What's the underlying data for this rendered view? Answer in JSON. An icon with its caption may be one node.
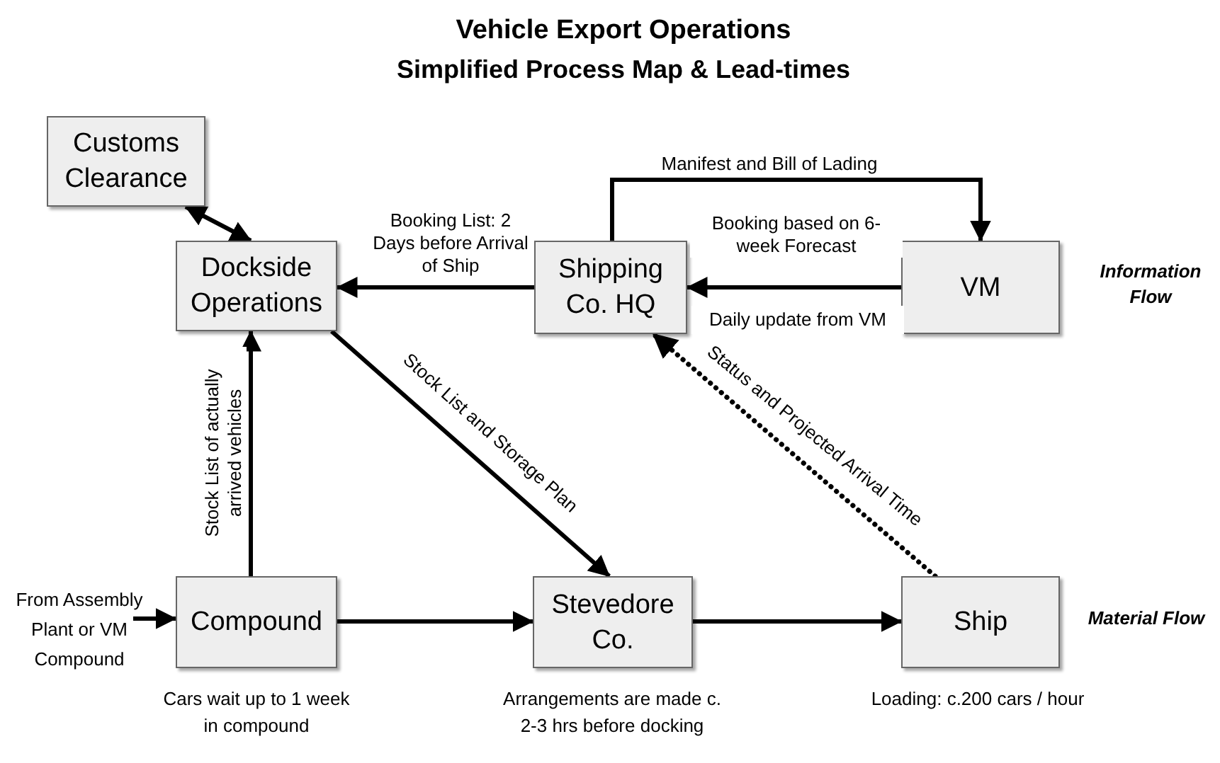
{
  "diagram": {
    "title": "Vehicle Export Operations",
    "nodes": [
      {
        "text": [
          "Customs Clearance"
        ]
      },
      {
        "text": [
          "Dockside Operations"
        ]
      },
      {
        "text": [
          "Shipping Co. HQ"
        ]
      },
      {
        "text": [
          "VM"
        ]
      },
      {
        "text": [
          "From Assembly Plant or VM Compound"
        ]
      },
      {
        "text": [
          "Compound"
        ],
        "beside": [
          "Cars wait up to 1 week in compound"
        ]
      },
      {
        "text": [
          "Stevedore Co."
        ],
        "beside": [
          "Arrangements are made c. 2-3 hrs before docking"
        ]
      },
      {
        "text": [
          "Ship"
        ],
        "beside": [
          "Loading: c.200 cars / hour"
        ]
      }
    ],
    "edges": [
      {
        "from": 0,
        "to": 1,
        "arrow": "both"
      },
      {
        "from": 2,
        "to": 1,
        "arrow": "to",
        "label": "Booking List: 2 Days before Arrival of Ship"
      },
      {
        "from": 2,
        "to": 3,
        "arrow": "to",
        "label": "Manifest and Bill of Lading"
      },
      {
        "from": 3,
        "to": 2,
        "arrow": "to",
        "label": "Booking based on 6-week Forecast"
      },
      {
        "from": 1,
        "to": 6,
        "arrow": "to",
        "label": "Stock List and Storage Plan"
      },
      {
        "from": 7,
        "to": 2,
        "arrow": "to",
        "label": "Status and Projected Arrival Time",
        "style": "dashed"
      },
      {
        "from": 5,
        "to": 1,
        "arrow": "to",
        "label": "Stock List of actually arrived vehicles"
      },
      {
        "from": 4,
        "to": 5,
        "arrow": "to"
      },
      {
        "from": 5,
        "to": 6,
        "arrow": "to"
      },
      {
        "from": 6,
        "to": 7,
        "arrow": "to"
      }
    ],
    "labels": [
      "Simplified Process Map & Lead-times",
      "Daily update from VM",
      "Information Flow",
      "Material Flow"
    ]
  }
}
